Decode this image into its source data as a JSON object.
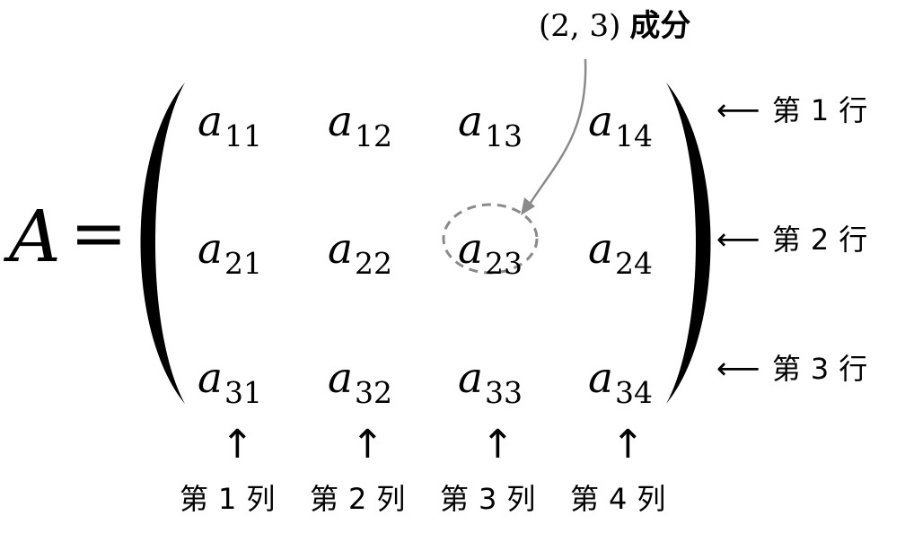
{
  "lhs": {
    "symbol": "A",
    "equals": "="
  },
  "matrix": {
    "rows": [
      [
        {
          "var": "a",
          "sub": "11"
        },
        {
          "var": "a",
          "sub": "12"
        },
        {
          "var": "a",
          "sub": "13"
        },
        {
          "var": "a",
          "sub": "14"
        }
      ],
      [
        {
          "var": "a",
          "sub": "21"
        },
        {
          "var": "a",
          "sub": "22"
        },
        {
          "var": "a",
          "sub": "23"
        },
        {
          "var": "a",
          "sub": "24"
        }
      ],
      [
        {
          "var": "a",
          "sub": "31"
        },
        {
          "var": "a",
          "sub": "32"
        },
        {
          "var": "a",
          "sub": "33"
        },
        {
          "var": "a",
          "sub": "34"
        }
      ]
    ]
  },
  "row_labels": [
    {
      "prefix": "第",
      "num": "1",
      "suffix": "行"
    },
    {
      "prefix": "第",
      "num": "2",
      "suffix": "行"
    },
    {
      "prefix": "第",
      "num": "3",
      "suffix": "行"
    }
  ],
  "col_labels": [
    {
      "prefix": "第",
      "num": "1",
      "suffix": "列"
    },
    {
      "prefix": "第",
      "num": "2",
      "suffix": "列"
    },
    {
      "prefix": "第",
      "num": "3",
      "suffix": "列"
    },
    {
      "prefix": "第",
      "num": "4",
      "suffix": "列"
    }
  ],
  "callout": {
    "tuple": "(2, 3)",
    "word": "成分"
  },
  "arrows": {
    "left": "⟵",
    "up": "↑"
  },
  "colors": {
    "text": "#000000",
    "callout_arrow": "#8a8a8a",
    "highlight_ellipse": "#8a8a8a"
  }
}
